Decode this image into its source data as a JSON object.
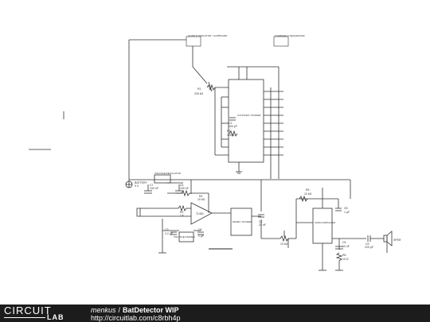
{
  "footer": {
    "logo_top": "CIRCUIT",
    "logo_bottom": "LAB",
    "user": "menkus",
    "separator": "/",
    "title": "BatDetector WIP",
    "url": "http://circuitlab.com/c8rbh4p"
  },
  "schematic": {
    "labels": {
      "top_left_box": "OUTPUT INDICATOR / CLIPBOARD",
      "top_right_box": "COMPARE & SEQUENCER",
      "counter_ic": "COUNTER / DIVIDER",
      "r_pot_top": "R1",
      "r_pot_top_val": "200 kΩ",
      "c_osc": "C2",
      "c_osc_val": "100 pF",
      "r_osc": "R3",
      "r_osc_val": "100 Ω",
      "battery": "BATTERY",
      "battery_val": "9 V",
      "regulator": "VOLTAGE REGULATOR",
      "c_reg_left": "C7",
      "c_reg_left_val": "100 nF",
      "c_reg_right": "C4",
      "c_reg_right_val": "100 nF",
      "r_fb": "R4",
      "r_fb_val": "10 kΩ",
      "r_in": "R2",
      "r_in_val": "1 k",
      "opamp": "TL081",
      "mixer": "MIXER / DIVIDER",
      "c_mix": "C1",
      "c_mix_val": "22 nF",
      "bias_block": "VOLTAGE DIVIDER",
      "c_bias": "C3",
      "c_bias_val": "2.2 µF",
      "c_bias2": "C6",
      "c_bias2_val": "1 µF",
      "pot_vol": "10 kΩ",
      "amp_ic": "AUDIO AMPLIFIER",
      "r_amp_fb": "R5",
      "r_amp_fb_val": "10 kΩ",
      "c_amp_top": "C8",
      "c_amp_top_val": "1 µF",
      "c_amp_bot": "C5",
      "c_amp_bot_val": "10 nF",
      "r_amp_bot": "R6",
      "r_amp_bot_val": "10 Ω",
      "c_out": "C9",
      "c_out_val": "220 µF",
      "speaker": "SPKR"
    }
  }
}
